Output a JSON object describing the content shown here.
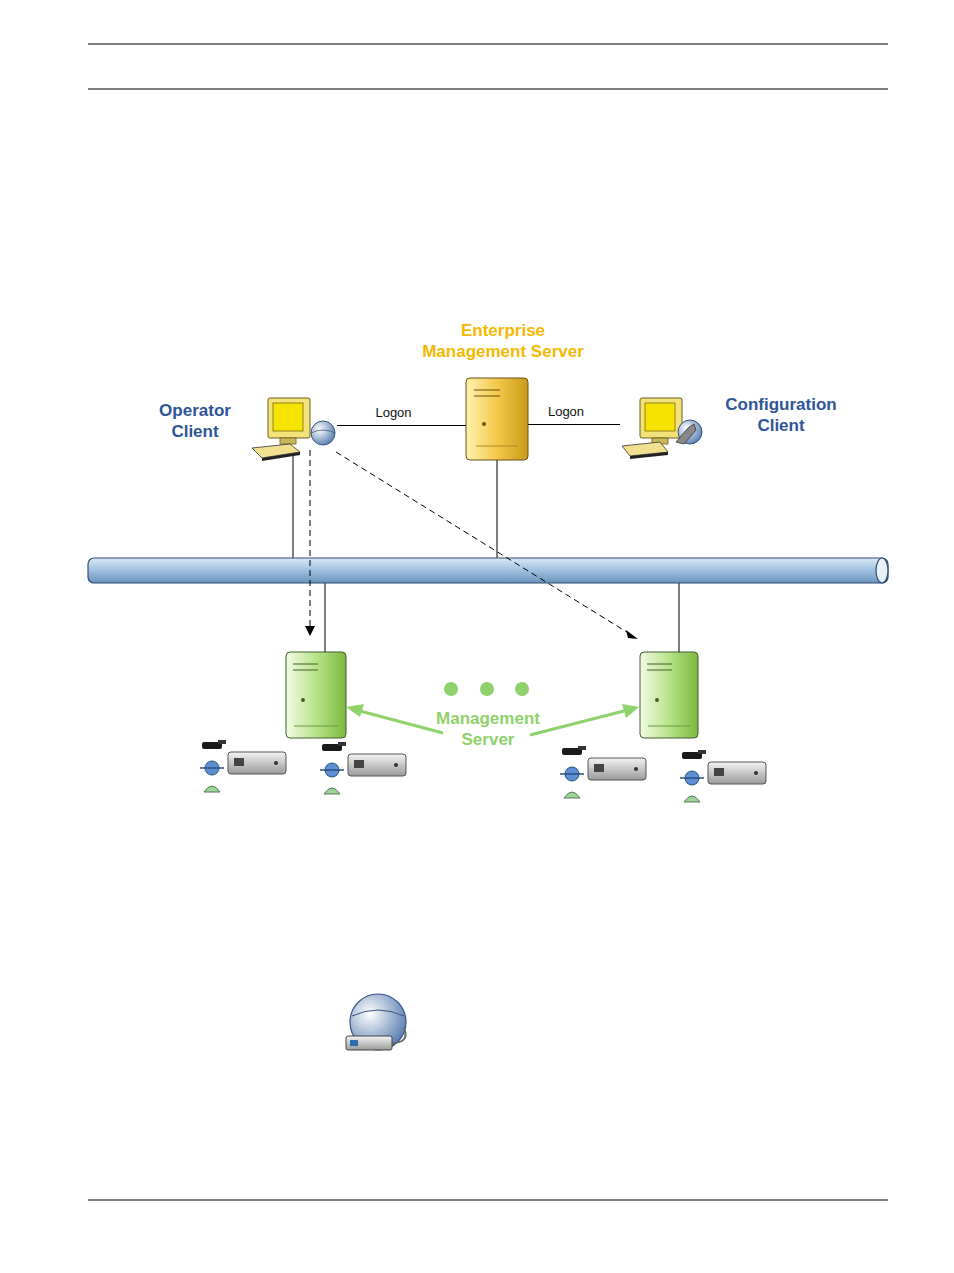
{
  "diagram": {
    "nodes": [
      {
        "text": [
          "Operator Client"
        ]
      },
      {
        "text": [
          "Enterprise Management Server"
        ]
      },
      {
        "text": [
          "Configuration Client"
        ]
      },
      {
        "text": [
          "Management Server"
        ]
      }
    ],
    "edges": [
      {
        "from": 0,
        "to": 1,
        "label": "Logon",
        "arrow": "none"
      },
      {
        "from": 1,
        "to": 2,
        "label": "Logon",
        "arrow": "none"
      }
    ]
  }
}
